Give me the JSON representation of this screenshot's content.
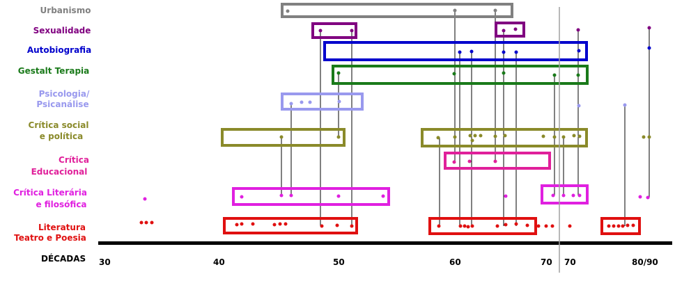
{
  "categories": [
    {
      "id": "urbanismo",
      "lines": [
        "Urbanismo"
      ],
      "color": "#808080"
    },
    {
      "id": "sexualidade",
      "lines": [
        "Sexualidade"
      ],
      "color": "#800080"
    },
    {
      "id": "autobiografia",
      "lines": [
        "Autobiografia"
      ],
      "color": "#0000cc"
    },
    {
      "id": "gestalt",
      "lines": [
        "Gestalt Terapia"
      ],
      "color": "#1a7a1a"
    },
    {
      "id": "psicologia",
      "lines": [
        "Psicologia/",
        "Psicanálise"
      ],
      "color": "#9999ee"
    },
    {
      "id": "critica-social",
      "lines": [
        "Crítica social",
        "e política"
      ],
      "color": "#8a8a2a"
    },
    {
      "id": "critica-educacional",
      "lines": [
        "Crítica",
        "Educacional"
      ],
      "color": "#e0209a"
    },
    {
      "id": "critica-literaria",
      "lines": [
        "Crítica Literária",
        "e filosófica"
      ],
      "color": "#e020e0"
    },
    {
      "id": "literatura",
      "lines": [
        "Literatura",
        "Teatro e Poesia"
      ],
      "color": "#e01010"
    }
  ],
  "axis": {
    "label": "DÉCADAS",
    "ticks": [
      "30",
      "40",
      "50",
      "60",
      "70",
      "70",
      "80/90"
    ]
  }
}
